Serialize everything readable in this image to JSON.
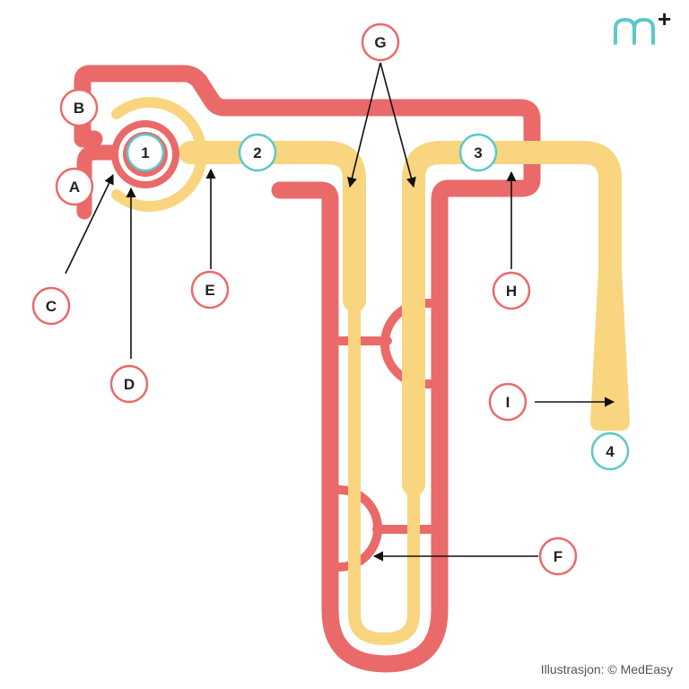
{
  "colors": {
    "blood": "#ea6a6a",
    "tubule": "#f8d57e",
    "label_ring": "#ea6a6a",
    "number_ring": "#5cc8c8",
    "arrow": "#111111",
    "logo": "#5cc8c8",
    "logo_plus": "#1a1a1a"
  },
  "logo": {
    "letter": "m",
    "plus": "+"
  },
  "credit": "Illustrasjon: © MedEasy",
  "letter_labels": {
    "a": "A",
    "b": "B",
    "c": "C",
    "d": "D",
    "e": "E",
    "f": "F",
    "g": "G",
    "h": "H",
    "i": "I"
  },
  "number_labels": {
    "n1": "1",
    "n2": "2",
    "n3": "3",
    "n4": "4"
  }
}
